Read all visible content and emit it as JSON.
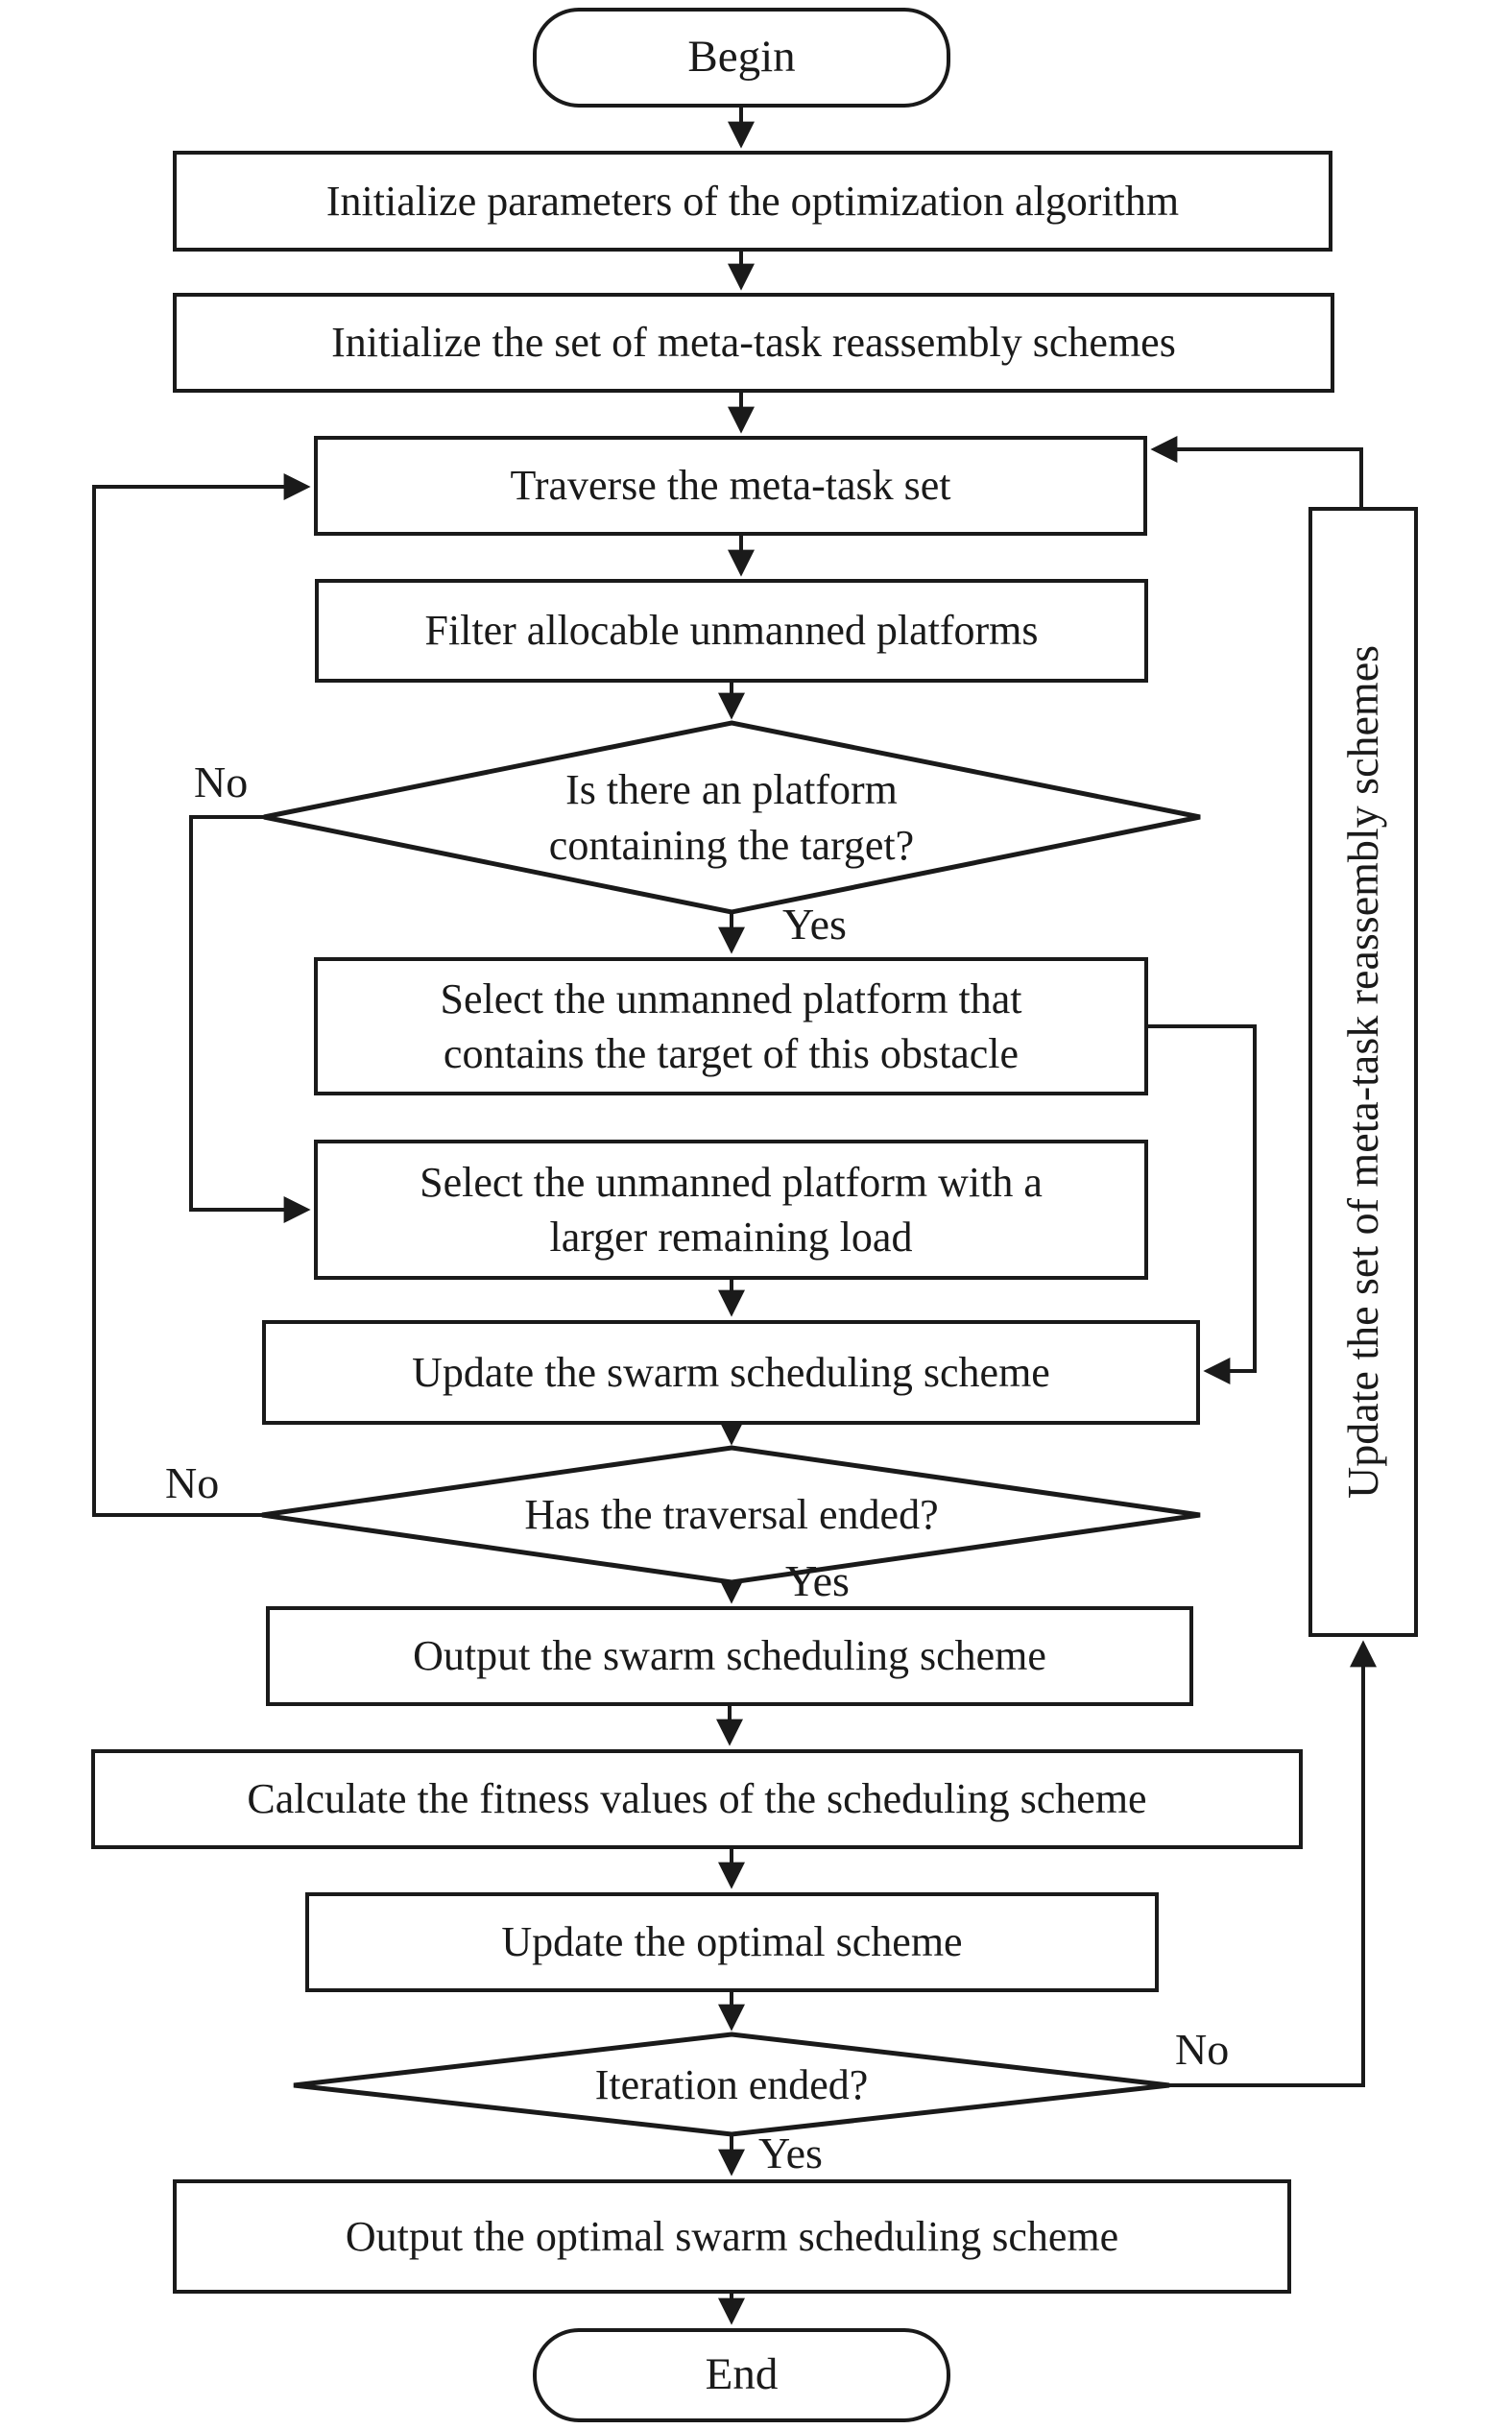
{
  "diagram": {
    "type": "flowchart",
    "colors": {
      "stroke": "#1a1a1a",
      "background": "#ffffff",
      "text": "#1a1a1a"
    }
  },
  "nodes": {
    "begin": {
      "type": "terminator",
      "label": "Begin"
    },
    "init_params": {
      "type": "process",
      "label": "Initialize parameters of the optimization algorithm"
    },
    "init_schemes": {
      "type": "process",
      "label": "Initialize the set of meta-task reassembly schemes"
    },
    "traverse": {
      "type": "process",
      "label": "Traverse the meta-task set"
    },
    "filter": {
      "type": "process",
      "label": "Filter allocable unmanned platforms"
    },
    "platform_decision": {
      "type": "decision",
      "label": "Is there an platform\ncontaining the target?"
    },
    "select_contains": {
      "type": "process",
      "label": "Select the unmanned platform that\ncontains the target of this obstacle"
    },
    "select_larger": {
      "type": "process",
      "label": "Select the unmanned platform with a\nlarger remaining load"
    },
    "update_swarm": {
      "type": "process",
      "label": "Update the swarm scheduling scheme"
    },
    "traversal_decision": {
      "type": "decision",
      "label": "Has the traversal ended?"
    },
    "output_swarm": {
      "type": "process",
      "label": "Output the swarm scheduling scheme"
    },
    "calc_fitness": {
      "type": "process",
      "label": "Calculate the fitness values of the scheduling scheme"
    },
    "update_optimal": {
      "type": "process",
      "label": "Update the optimal scheme"
    },
    "iteration_decision": {
      "type": "decision",
      "label": "Iteration ended?"
    },
    "output_optimal": {
      "type": "process",
      "label": "Output the optimal swarm scheduling scheme"
    },
    "end": {
      "type": "terminator",
      "label": "End"
    },
    "update_set": {
      "type": "process-rotated",
      "label": "Update the set of meta-task reassembly schemes"
    }
  },
  "edge_labels": {
    "platform_no": "No",
    "platform_yes": "Yes",
    "traversal_no": "No",
    "traversal_yes": "Yes",
    "iteration_no": "No",
    "iteration_yes": "Yes"
  },
  "edges": [
    {
      "from": "begin",
      "to": "init_params"
    },
    {
      "from": "init_params",
      "to": "init_schemes"
    },
    {
      "from": "init_schemes",
      "to": "traverse"
    },
    {
      "from": "traverse",
      "to": "filter"
    },
    {
      "from": "filter",
      "to": "platform_decision"
    },
    {
      "from": "platform_decision",
      "to": "select_contains",
      "label": "Yes"
    },
    {
      "from": "platform_decision",
      "to": "select_larger",
      "label": "No"
    },
    {
      "from": "select_contains",
      "to": "update_swarm"
    },
    {
      "from": "select_larger",
      "to": "update_swarm"
    },
    {
      "from": "update_swarm",
      "to": "traversal_decision"
    },
    {
      "from": "traversal_decision",
      "to": "traverse",
      "label": "No"
    },
    {
      "from": "traversal_decision",
      "to": "output_swarm",
      "label": "Yes"
    },
    {
      "from": "output_swarm",
      "to": "calc_fitness"
    },
    {
      "from": "calc_fitness",
      "to": "update_optimal"
    },
    {
      "from": "update_optimal",
      "to": "iteration_decision"
    },
    {
      "from": "iteration_decision",
      "to": "update_set",
      "label": "No"
    },
    {
      "from": "update_set",
      "to": "traverse"
    },
    {
      "from": "iteration_decision",
      "to": "output_optimal",
      "label": "Yes"
    },
    {
      "from": "output_optimal",
      "to": "end"
    }
  ]
}
